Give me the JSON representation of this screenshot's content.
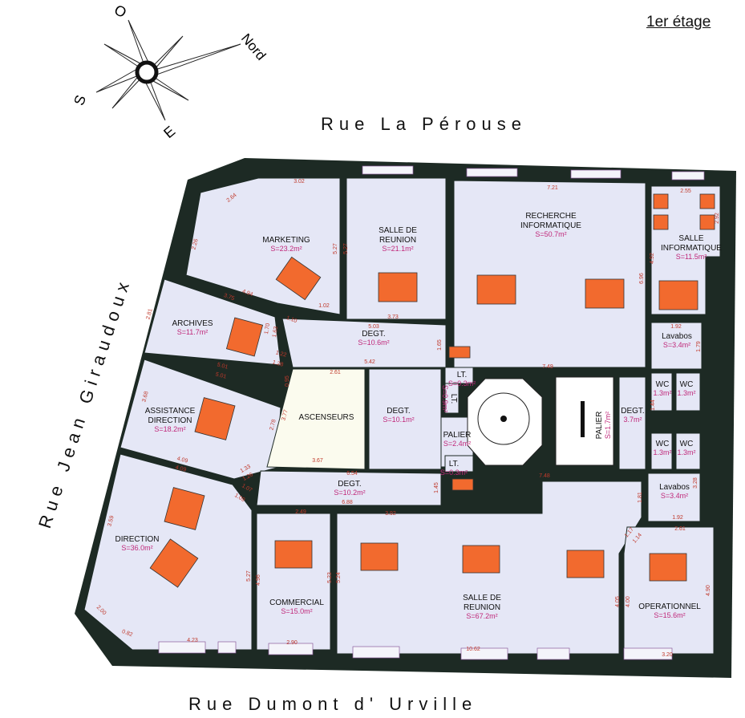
{
  "title": "1er étage",
  "compass": {
    "north": "Nord",
    "west": "O",
    "south": "S",
    "east": "E"
  },
  "streets": {
    "top": "Rue La Pérouse",
    "left": "Rue Jean Giraudoux",
    "bottom": "Rue Dumont d' Urville"
  },
  "colors": {
    "wall": "#1d2a24",
    "room": "#e5e7f6",
    "lift": "#fbfbee",
    "desk": "#f26a2e",
    "dimension": "#c0392b",
    "area": "#c0287a"
  },
  "rooms": [
    {
      "name": "MARKETING",
      "area": "S=23.2m²"
    },
    {
      "name": "SALLE DE|REUNION",
      "area": "S=21.1m²"
    },
    {
      "name": "RECHERCHE|INFORMATIQUE",
      "area": "S=50.7m²"
    },
    {
      "name": "SALLE|INFORMATIQUE",
      "area": "S=11.5m²"
    },
    {
      "name": "ARCHIVES",
      "area": "S=11.7m²"
    },
    {
      "name": "DEGT.",
      "area": "S=10.6m²"
    },
    {
      "name": "Lavabos",
      "area": "S=3.4m²"
    },
    {
      "name": "ASSISTANCE|DIRECTION",
      "area": "S=18.2m²"
    },
    {
      "name": "ASCENSEURS",
      "area": ""
    },
    {
      "name": "DEGT.",
      "area": "S=10.1m²"
    },
    {
      "name": "PALIER",
      "area": "S=2.4m²"
    },
    {
      "name": "PALIER",
      "area": "S=1.7m²"
    },
    {
      "name": "DEGT.",
      "area": "3.7m²"
    },
    {
      "name": "WC",
      "area": "1.3m²"
    },
    {
      "name": "WC",
      "area": "1.3m²"
    },
    {
      "name": "WC",
      "area": "1.3m²"
    },
    {
      "name": "WC",
      "area": "1.3m²"
    },
    {
      "name": "Lavabos",
      "area": "S=3.4m²"
    },
    {
      "name": "DEGT.",
      "area": "S=10.2m²"
    },
    {
      "name": "DIRECTION",
      "area": "S=36.0m²"
    },
    {
      "name": "COMMERCIAL",
      "area": "S=15.0m²"
    },
    {
      "name": "SALLE DE|REUNION",
      "area": "S=67.2m²"
    },
    {
      "name": "OPERATIONNEL",
      "area": "S=15.6m²"
    },
    {
      "name": "LT.",
      "area": "S=0.3m²"
    },
    {
      "name": "LT.",
      "area": "S=0.3m²"
    },
    {
      "name": "LT.",
      "area": "S=0.9m²"
    }
  ],
  "dimensions": [
    "3.02",
    "2.64",
    "2.26",
    "5.27",
    "5.27",
    "4.94",
    "3.75",
    "1.02",
    "1.10",
    "3.73",
    "5.03",
    "1.70",
    "1.63",
    "1.65",
    "2.81",
    "1.22",
    "1.28",
    "5.01",
    "5.01",
    "0.95",
    "5.42",
    "2.61",
    "3.68",
    "3.77",
    "2.78",
    "3.67",
    "4.09",
    "4.09",
    "1.33",
    "1.26",
    "1.07",
    "1.09",
    "6.54",
    "6.88",
    "2.49",
    "3.92",
    "1.45",
    "3.59",
    "5.27",
    "4.96",
    "5.23",
    "5.24",
    "2.00",
    "0.82",
    "4.23",
    "2.90",
    "10.62",
    "3.20",
    "7.21",
    "2.55",
    "2.92",
    "4.92",
    "6.96",
    "1.92",
    "1.79",
    "7.49",
    "7.48",
    "1.44",
    "3.28",
    "1.81",
    "1.92",
    "2.61",
    "1.17",
    "1.14",
    "4.05",
    "4.00",
    "4.90"
  ]
}
